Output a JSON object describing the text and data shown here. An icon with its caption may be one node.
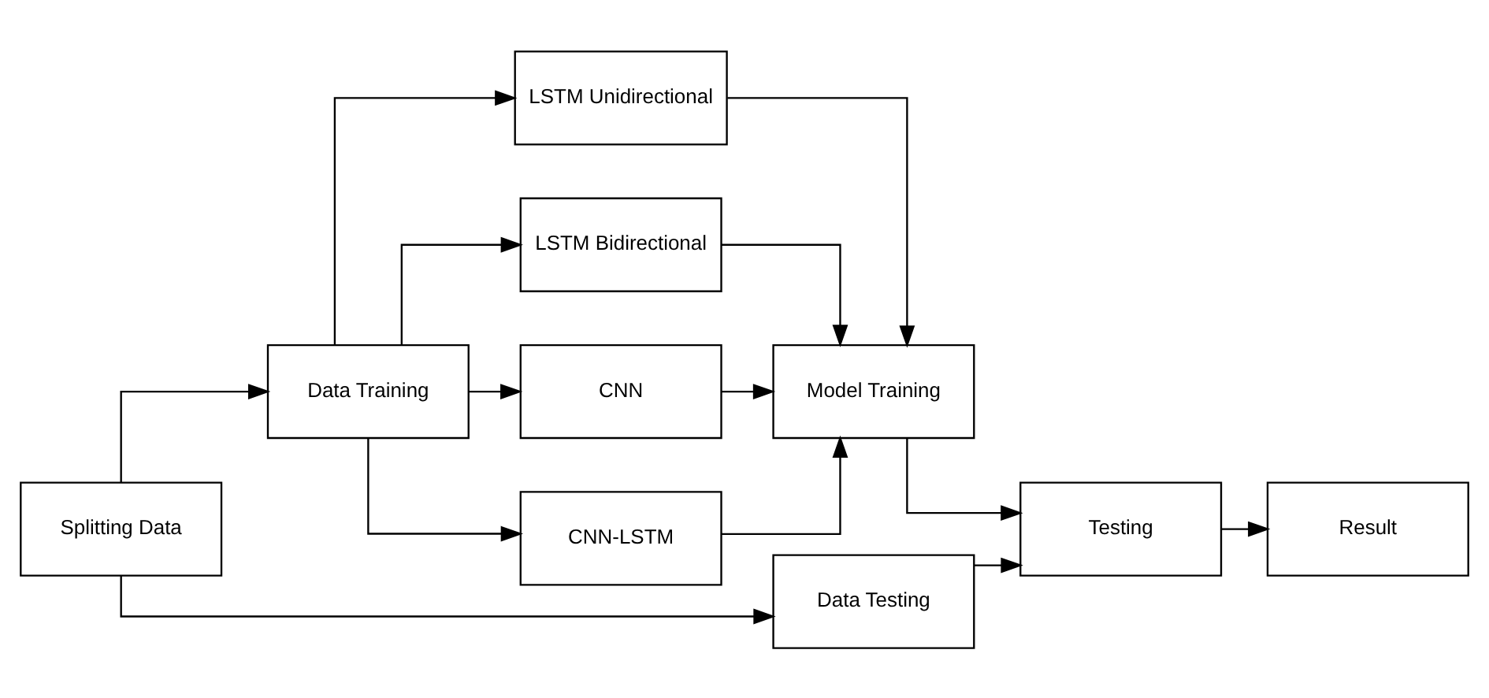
{
  "diagram": {
    "nodes": [
      {
        "text": [
          "Splitting Data"
        ]
      },
      {
        "text": [
          "Data Training"
        ]
      },
      {
        "text": [
          "LSTM Unidirectional"
        ]
      },
      {
        "text": [
          "Model Training"
        ]
      },
      {
        "text": [
          "Testing"
        ]
      },
      {
        "text": [
          "Result"
        ]
      },
      {
        "text": [
          "LSTM Bidirectional"
        ]
      },
      {
        "text": [
          "CNN"
        ]
      },
      {
        "text": [
          "CNN-LSTM"
        ]
      },
      {
        "text": [
          "Data Testing"
        ]
      }
    ],
    "edges": [
      {
        "from": 0,
        "to": 1,
        "arrow": "to"
      },
      {
        "from": 1,
        "to": 2,
        "arrow": "to"
      },
      {
        "from": 2,
        "to": 3,
        "arrow": "to"
      },
      {
        "from": 3,
        "to": 4,
        "arrow": "to"
      },
      {
        "from": 4,
        "to": 5,
        "arrow": "to"
      },
      {
        "from": 1,
        "to": 6,
        "arrow": "to"
      },
      {
        "from": 1,
        "to": 7,
        "arrow": "to"
      },
      {
        "from": 1,
        "to": 8,
        "arrow": "to"
      },
      {
        "from": 6,
        "to": 3,
        "arrow": "to"
      },
      {
        "from": 7,
        "to": 3,
        "arrow": "to"
      },
      {
        "from": 8,
        "to": 3,
        "arrow": "to"
      },
      {
        "from": 0,
        "to": 9,
        "arrow": "to"
      },
      {
        "from": 9,
        "to": 4,
        "arrow": "to"
      }
    ]
  }
}
